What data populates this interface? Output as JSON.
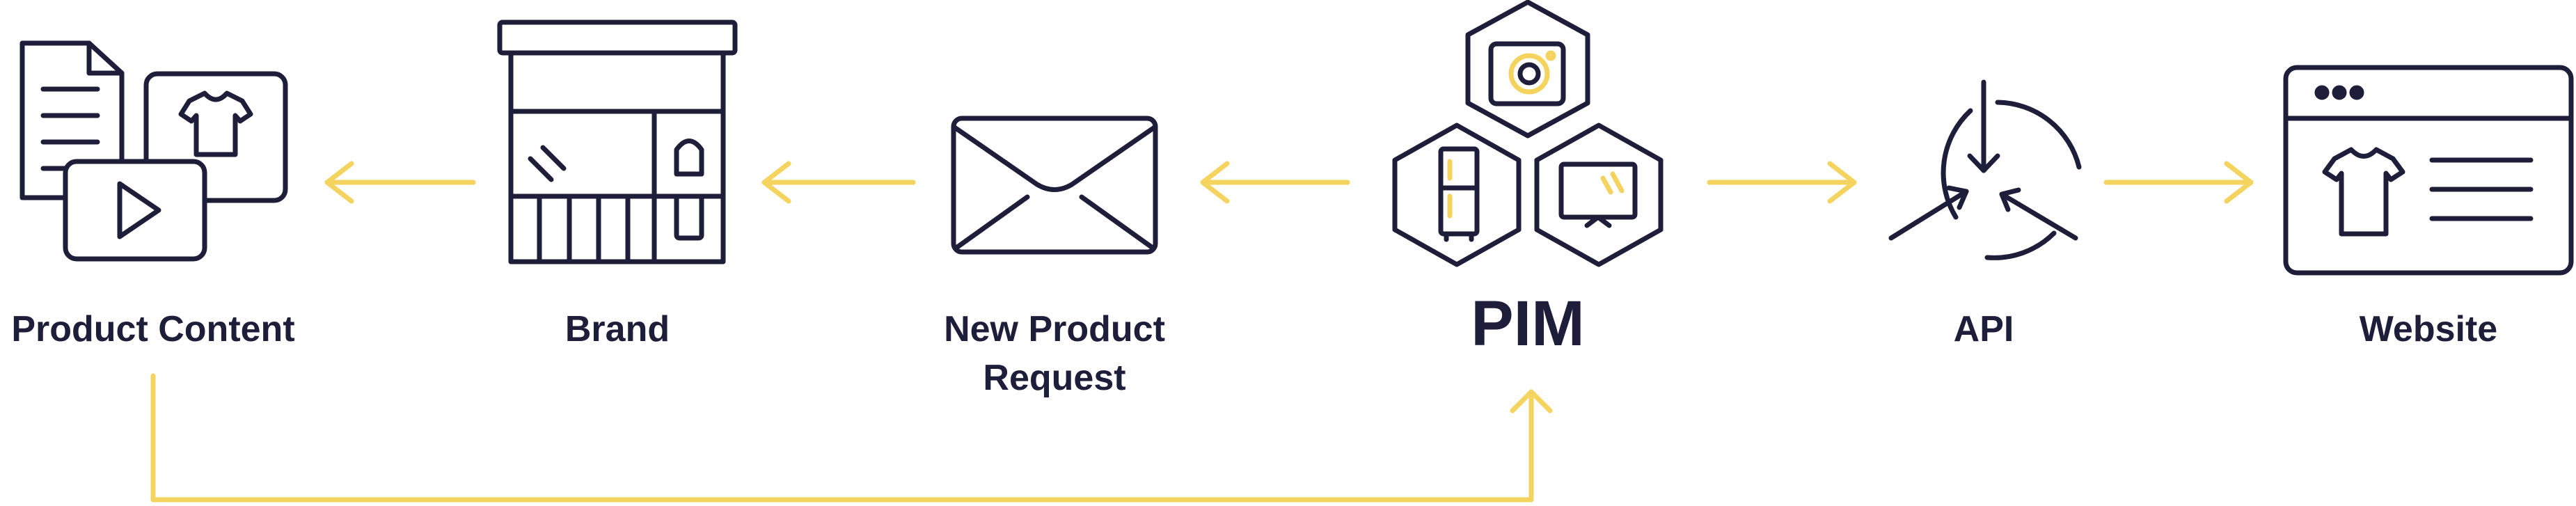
{
  "nodes": {
    "product_content": {
      "label": "Product Content"
    },
    "brand": {
      "label": "Brand"
    },
    "new_product_request": {
      "label_line1": "New Product",
      "label_line2": "Request"
    },
    "pim": {
      "label": "PIM"
    },
    "api": {
      "label": "API"
    },
    "website": {
      "label": "Website"
    }
  },
  "colors": {
    "stroke": "#1e1e3a",
    "accent": "#f4d35e"
  },
  "icons": [
    "document-icon",
    "shirt-card-icon",
    "video-play-icon",
    "storefront-icon",
    "envelope-icon",
    "camera-hex-icon",
    "fridge-hex-icon",
    "tv-hex-icon",
    "api-arrows-icon",
    "browser-window-icon"
  ]
}
